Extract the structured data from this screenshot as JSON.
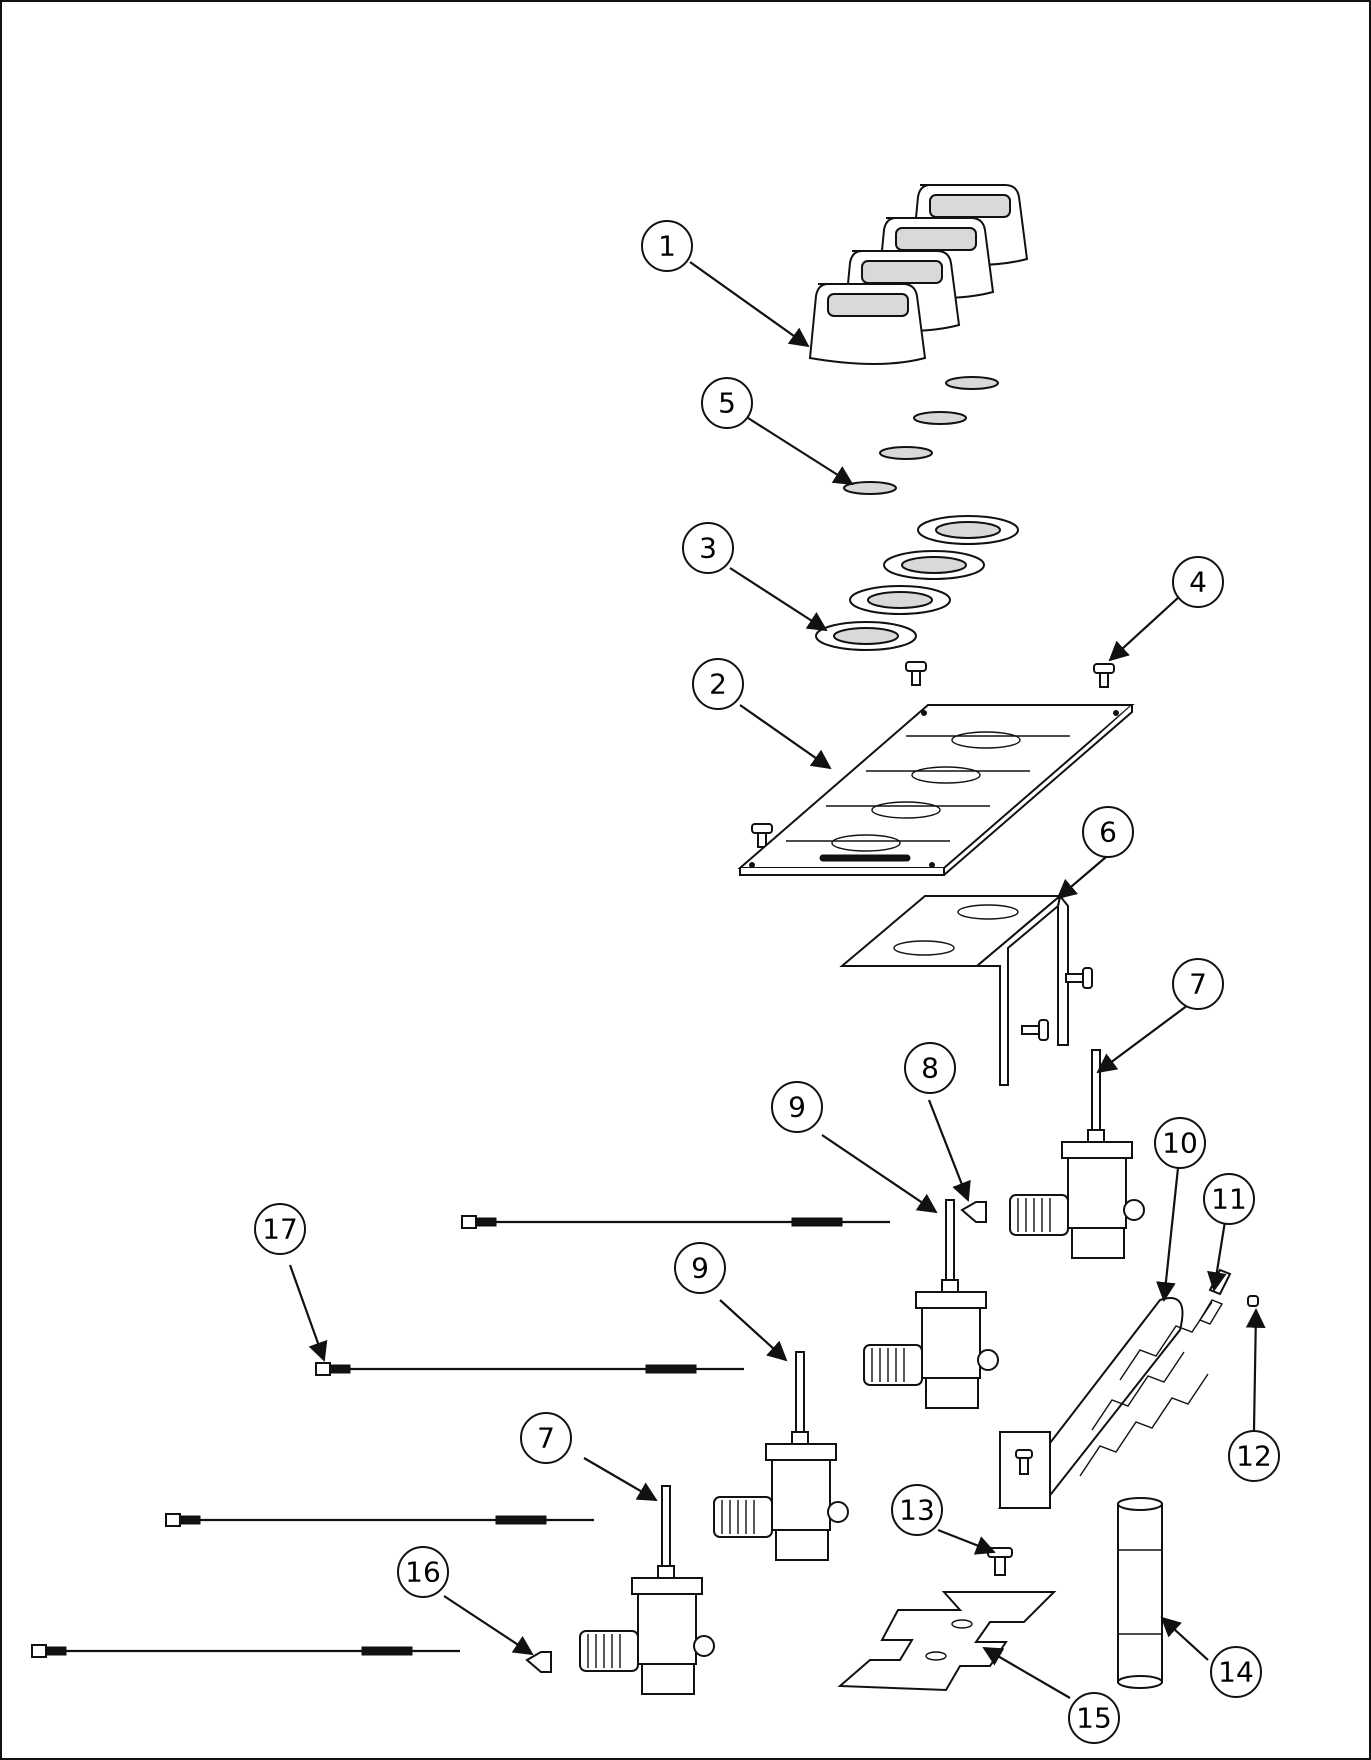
{
  "diagram": {
    "callouts": [
      {
        "id": "c1",
        "label": "1"
      },
      {
        "id": "c2",
        "label": "2"
      },
      {
        "id": "c3",
        "label": "3"
      },
      {
        "id": "c4",
        "label": "4"
      },
      {
        "id": "c5",
        "label": "5"
      },
      {
        "id": "c6",
        "label": "6"
      },
      {
        "id": "c7a",
        "label": "7"
      },
      {
        "id": "c7b",
        "label": "7"
      },
      {
        "id": "c8",
        "label": "8"
      },
      {
        "id": "c9a",
        "label": "9"
      },
      {
        "id": "c9b",
        "label": "9"
      },
      {
        "id": "c10",
        "label": "10"
      },
      {
        "id": "c11",
        "label": "11"
      },
      {
        "id": "c12",
        "label": "12"
      },
      {
        "id": "c13",
        "label": "13"
      },
      {
        "id": "c14",
        "label": "14"
      },
      {
        "id": "c15",
        "label": "15"
      },
      {
        "id": "c16",
        "label": "16"
      },
      {
        "id": "c17",
        "label": "17"
      }
    ]
  }
}
